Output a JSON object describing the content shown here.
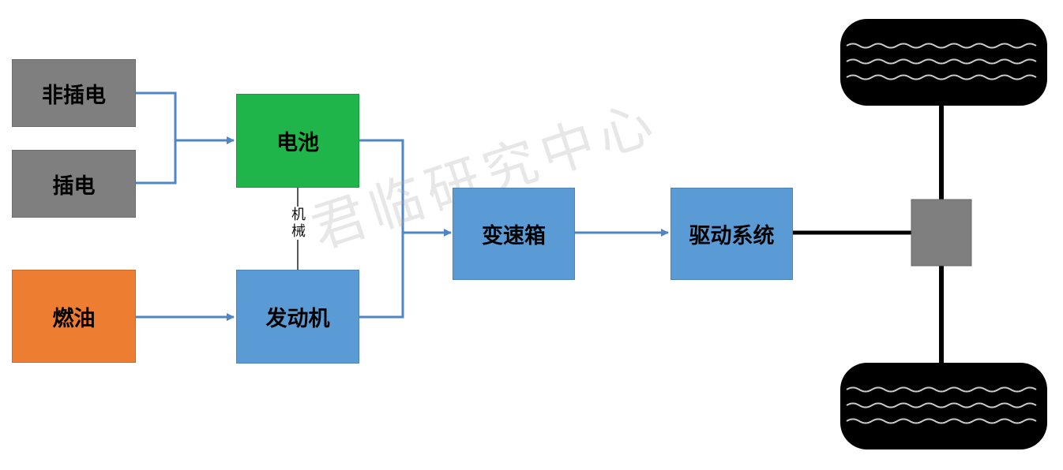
{
  "diagram": {
    "nodes": {
      "non_plugin_power": "非插电",
      "plugin_power": "插电",
      "fuel": "燃油",
      "battery": "电池",
      "engine": "发动机",
      "gearbox": "变速箱",
      "drive_system": "驱动系统"
    },
    "connection_label": "机械",
    "watermark": "君临研究中心"
  },
  "colors": {
    "source_gray": "#7f7f7f",
    "battery_green": "#1fb54a",
    "fuel_orange": "#ed7d31",
    "process_blue": "#5b9bd5",
    "arrow_blue": "#4f86c6",
    "axle_black": "#000000",
    "hub_gray": "#7f7f7f"
  }
}
